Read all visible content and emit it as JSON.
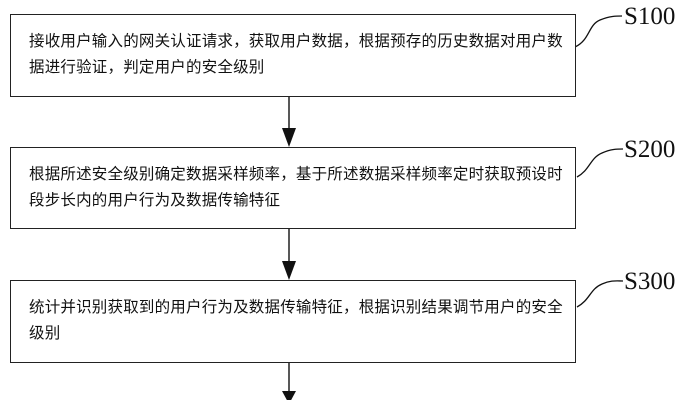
{
  "steps": [
    {
      "id": "S100",
      "text": "接收用户输入的网关认证请求，获取用户数据，根据预存的历史数据对用户数据进行验证，判定用户的安全级别"
    },
    {
      "id": "S200",
      "text": "根据所述安全级别确定数据采样频率，基于所述数据采样频率定时获取预设时段步长内的用户行为及数据传输特征"
    },
    {
      "id": "S300",
      "text": "统计并识别获取到的用户行为及数据传输特征，根据识别结果调节用户的安全级别"
    }
  ]
}
